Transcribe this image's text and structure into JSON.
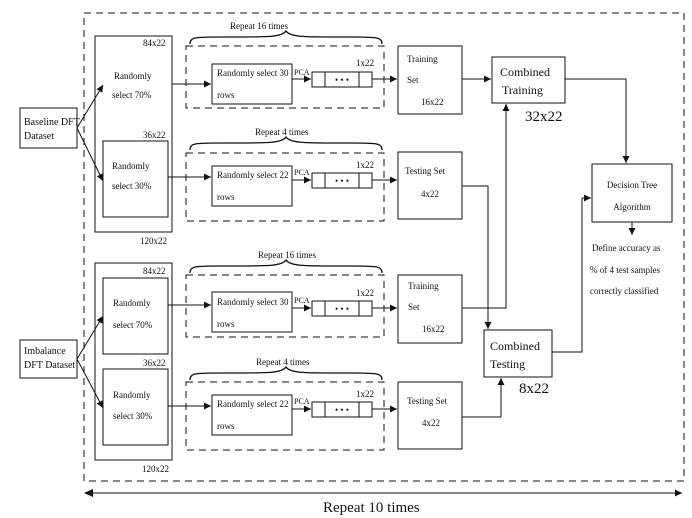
{
  "inputs": {
    "baseline": [
      "Baseline DFT",
      "Dataset"
    ],
    "imbalance": [
      "Imbalance",
      "DFT Dataset"
    ]
  },
  "baseline": {
    "outer_size": "84x22",
    "outer_total": "120x22",
    "select70": [
      "Randomly",
      "select 70%"
    ],
    "inner_size": "36x22",
    "select30": [
      "Randomly",
      "select 30%"
    ],
    "train_repeat": "Repeat 16 times",
    "train_select": [
      "Randomly select 30",
      "rows"
    ],
    "train_pca": "PCA",
    "train_dim": "1x22",
    "train_set": [
      "Training",
      "Set",
      "16x22"
    ],
    "test_repeat": "Repeat 4 times",
    "test_select": [
      "Randomly select 22",
      "rows"
    ],
    "test_pca": "PCA",
    "test_dim": "1x22",
    "test_set": [
      "Testing Set",
      "4x22"
    ]
  },
  "imbalance": {
    "outer_size": "84x22",
    "outer_total": "120x22",
    "select70": [
      "Randomly",
      "select 70%"
    ],
    "inner_size": "36x22",
    "select30": [
      "Randomly",
      "select 30%"
    ],
    "train_repeat": "Repeat 16 times",
    "train_select": [
      "Randomly select 30",
      "rows"
    ],
    "train_pca": "PCA",
    "train_dim": "1x22",
    "train_set": [
      "Training",
      "Set",
      "16x22"
    ],
    "test_repeat": "Repeat 4 times",
    "test_select": [
      "Randomly select 22",
      "rows"
    ],
    "test_pca": "PCA",
    "test_dim": "1x22",
    "test_set": [
      "Testing Set",
      "4x22"
    ]
  },
  "vector_dots": "• • •",
  "combined_training": {
    "label": [
      "Combined",
      "Training"
    ],
    "size": "32x22"
  },
  "combined_testing": {
    "label": [
      "Combined",
      "Testing"
    ],
    "size": "8x22"
  },
  "decision_tree": [
    "Decision Tree",
    "Algorithm"
  ],
  "accuracy_note": [
    "Define accuracy as",
    "% of 4 test samples",
    "correctly classified"
  ],
  "outer_repeat": "Repeat 10 times"
}
